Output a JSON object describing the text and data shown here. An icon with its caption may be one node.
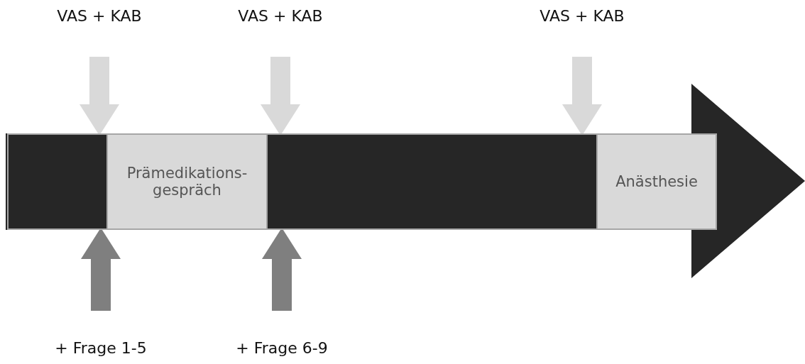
{
  "diagram": {
    "nodes": [
      {
        "text": [],
        "shape": "arrow"
      },
      {
        "text": [],
        "shape": "bar",
        "in": 0
      },
      {
        "text": [
          "Prämedikations-gespräch"
        ],
        "in": 0
      },
      {
        "text": [],
        "shape": "bar",
        "in": 0
      },
      {
        "text": [
          "Anästhesie"
        ],
        "in": 0
      },
      {
        "text": [
          "VAS + KAB"
        ]
      },
      {
        "text": [
          "VAS + KAB"
        ]
      },
      {
        "text": [
          "VAS + KAB"
        ]
      },
      {
        "text": [
          "+ Frage 1-5"
        ]
      },
      {
        "text": [
          "+ Frage 6-9"
        ]
      }
    ],
    "edges": [
      {
        "from": 5,
        "to": 1,
        "arrow": "to"
      },
      {
        "from": 6,
        "to": 2,
        "arrow": "to"
      },
      {
        "from": 7,
        "to": 4,
        "arrow": "to"
      },
      {
        "from": 8,
        "to": 1,
        "arrow": "to",
        "color": "#7f7f7f"
      },
      {
        "from": 9,
        "to": 2,
        "arrow": "to",
        "color": "#7f7f7f"
      }
    ]
  }
}
